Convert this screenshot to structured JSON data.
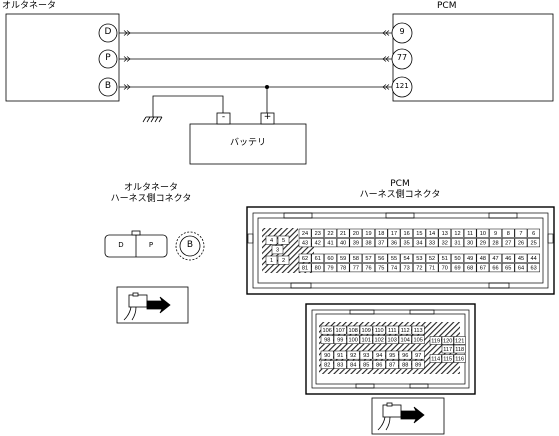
{
  "labels": {
    "alternator": "オルタネータ",
    "pcm": "PCM",
    "battery": "バッテリ",
    "alt_harness_l1": "オルタネータ",
    "alt_harness_l2": "ハーネス側コネクタ",
    "pcm_harness_l1": "PCM",
    "pcm_harness_l2": "ハーネス側コネクタ"
  },
  "alt_terminals": [
    "D",
    "P",
    "B"
  ],
  "pcm_terminals": [
    "9",
    "77",
    "121"
  ],
  "battery_terminals": {
    "neg": "-",
    "pos": "+"
  },
  "alt_connector": {
    "pins": [
      "D",
      "P"
    ],
    "terminal": "B"
  },
  "pcm_connector_a": {
    "left_block": [
      [
        "4",
        "5"
      ],
      [
        "3"
      ],
      [
        "1",
        "2"
      ]
    ],
    "rows": [
      [
        "24",
        "23",
        "22",
        "21",
        "20",
        "19",
        "18",
        "17",
        "16",
        "15",
        "14",
        "13",
        "12",
        "11",
        "10",
        "9",
        "8",
        "7",
        "6"
      ],
      [
        "43",
        "42",
        "41",
        "40",
        "39",
        "38",
        "37",
        "36",
        "35",
        "34",
        "33",
        "32",
        "31",
        "30",
        "29",
        "28",
        "27",
        "26",
        "25"
      ],
      [
        "62",
        "61",
        "60",
        "59",
        "58",
        "57",
        "56",
        "55",
        "54",
        "53",
        "52",
        "51",
        "50",
        "49",
        "48",
        "47",
        "46",
        "45",
        "44"
      ],
      [
        "81",
        "80",
        "79",
        "78",
        "77",
        "76",
        "75",
        "74",
        "73",
        "72",
        "71",
        "70",
        "69",
        "68",
        "67",
        "66",
        "65",
        "64",
        "63"
      ]
    ]
  },
  "pcm_connector_b": {
    "left_rows": [
      [
        "106",
        "107",
        "108",
        "109",
        "110",
        "111",
        "112",
        "113"
      ],
      [
        "98",
        "99",
        "100",
        "101",
        "102",
        "103",
        "104",
        "105"
      ],
      [
        "90",
        "91",
        "92",
        "93",
        "94",
        "95",
        "96",
        "97"
      ],
      [
        "82",
        "83",
        "84",
        "85",
        "86",
        "87",
        "88",
        "89"
      ]
    ],
    "right_rows": [
      [
        "119",
        "120",
        "121"
      ],
      [
        "117",
        "118"
      ],
      [
        "114",
        "115",
        "116"
      ]
    ]
  }
}
